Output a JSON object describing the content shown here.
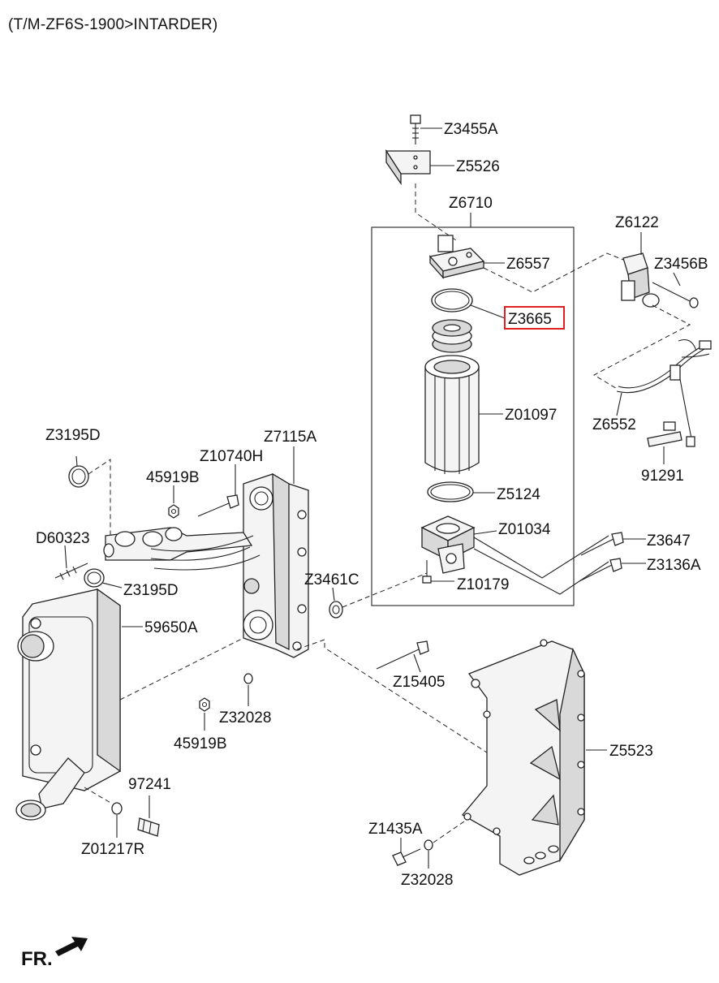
{
  "title": "(T/M-ZF6S-1900>INTARDER)",
  "highlight_color": "#e02020",
  "highlighted_part": "Z3665",
  "orientation_label": "FR.",
  "labels": {
    "Z3455A": "Z3455A",
    "Z5526": "Z5526",
    "Z6710": "Z6710",
    "Z6557": "Z6557",
    "Z3665": "Z3665",
    "Z01097": "Z01097",
    "Z5124": "Z5124",
    "Z01034": "Z01034",
    "Z10179": "Z10179",
    "Z6122": "Z6122",
    "Z3456B": "Z3456B",
    "Z6552": "Z6552",
    "p91291": "91291",
    "Z3647": "Z3647",
    "Z3136A": "Z3136A",
    "Z3195D_top": "Z3195D",
    "Z10740H": "Z10740H",
    "Z7115A": "Z7115A",
    "p45919B_top": "45919B",
    "D60323": "D60323",
    "Z3195D_bottom": "Z3195D",
    "Z3461C": "Z3461C",
    "p59650A": "59650A",
    "Z15405": "Z15405",
    "Z32028_left": "Z32028",
    "p45919B_bottom": "45919B",
    "Z5523": "Z5523",
    "p97241": "97241",
    "Z01217R": "Z01217R",
    "Z1435A": "Z1435A",
    "Z32028_bottom": "Z32028"
  }
}
